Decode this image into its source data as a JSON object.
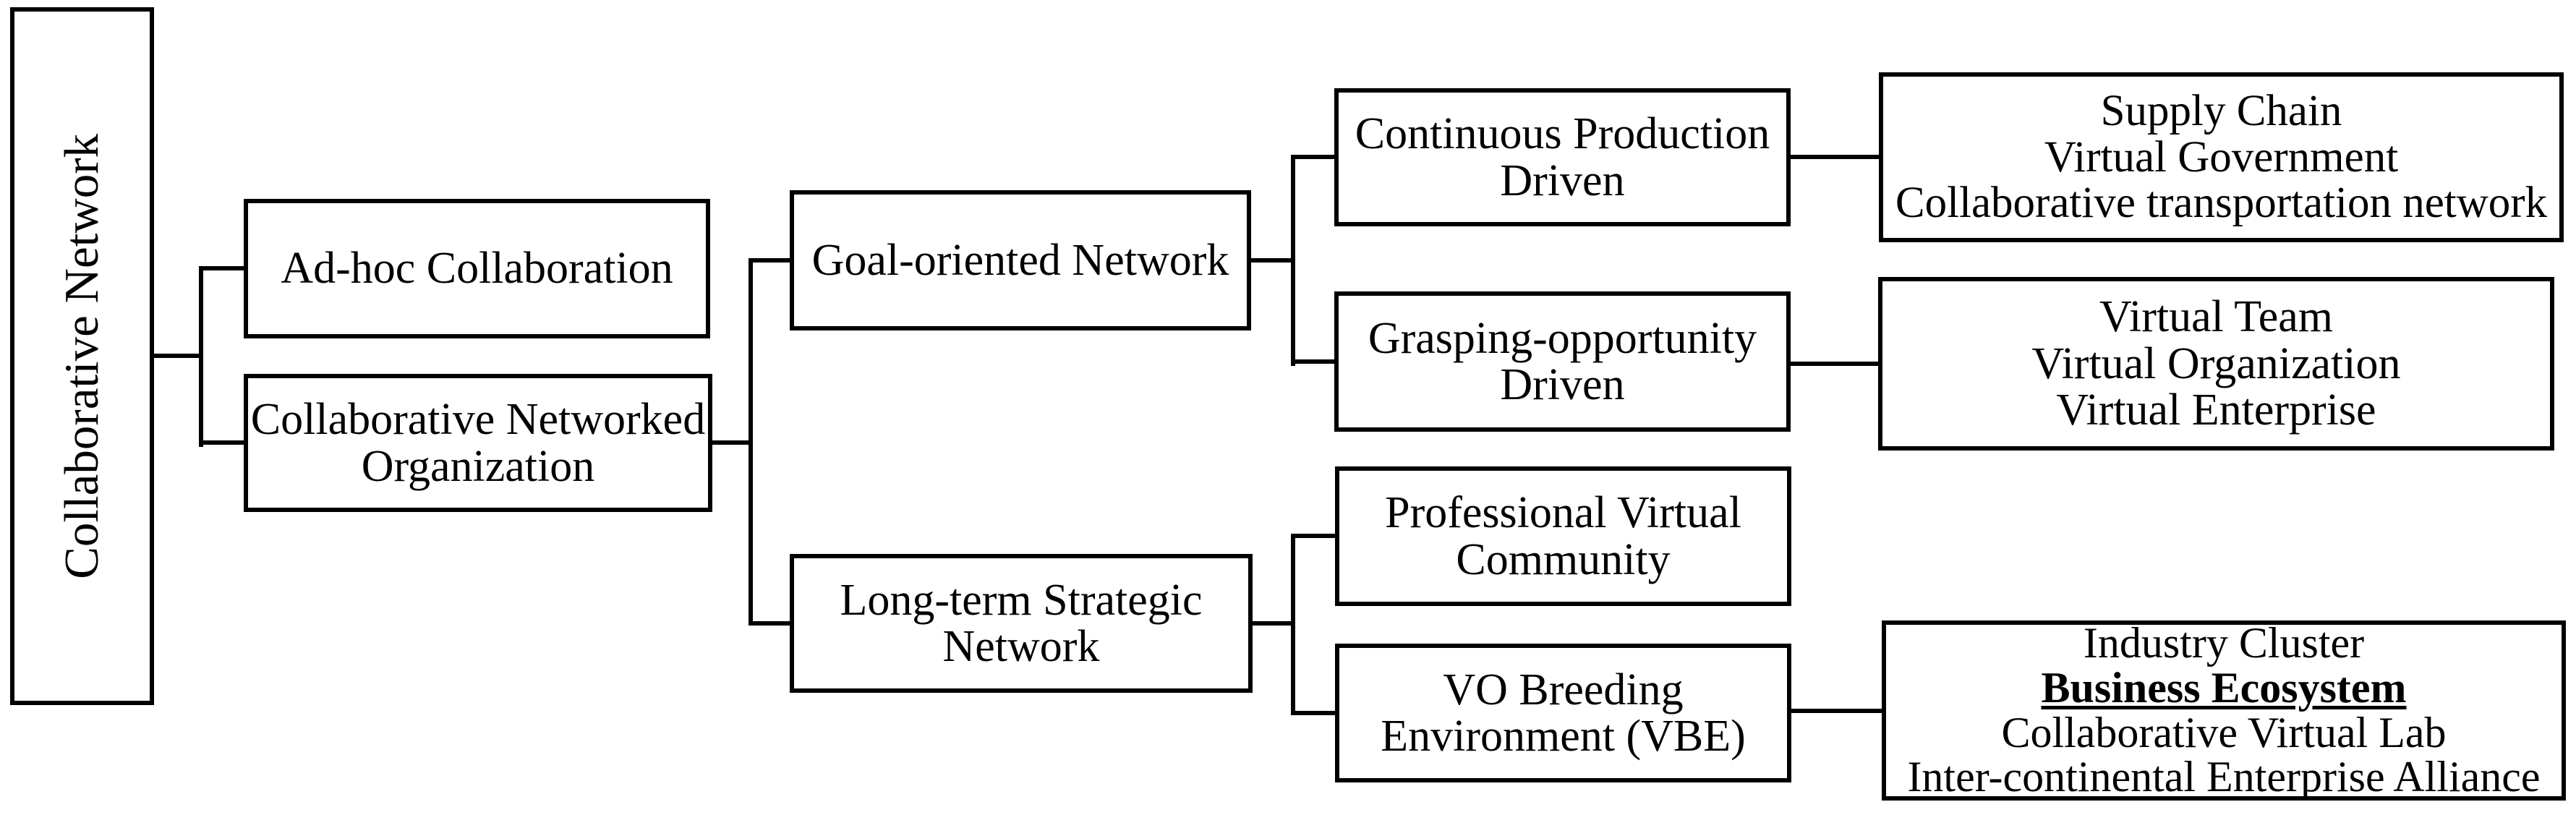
{
  "diagram": {
    "title": "Collaborative Network taxonomy tree",
    "colors": {
      "border": "#000000",
      "background": "#ffffff",
      "text": "#000000"
    },
    "root": {
      "label": "Collaborative Network"
    },
    "nodes": {
      "adhoc": {
        "lines": [
          "Ad-hoc Collaboration"
        ]
      },
      "cno": {
        "lines": [
          "Collaborative Networked",
          "Organization"
        ]
      },
      "goal": {
        "lines": [
          "Goal-oriented Network"
        ]
      },
      "longterm": {
        "lines": [
          "Long-term Strategic",
          "Network"
        ]
      },
      "continuous": {
        "lines": [
          "Continuous Production",
          "Driven"
        ]
      },
      "grasping": {
        "lines": [
          "Grasping-opportunity",
          "Driven"
        ]
      },
      "pvc": {
        "lines": [
          "Professional Virtual",
          "Community"
        ]
      },
      "vbe": {
        "lines": [
          "VO Breeding",
          "Environment (VBE)"
        ]
      },
      "supply": {
        "lines": [
          "Supply Chain",
          "Virtual Government",
          "Collaborative transportation network"
        ]
      },
      "virtualteam": {
        "lines": [
          "Virtual Team",
          "Virtual Organization",
          "Virtual Enterprise"
        ]
      },
      "industry": {
        "lines": [
          "Industry Cluster",
          "Business Ecosystem",
          "Collaborative Virtual Lab",
          "Inter-continental Enterprise Alliance"
        ]
      }
    }
  }
}
